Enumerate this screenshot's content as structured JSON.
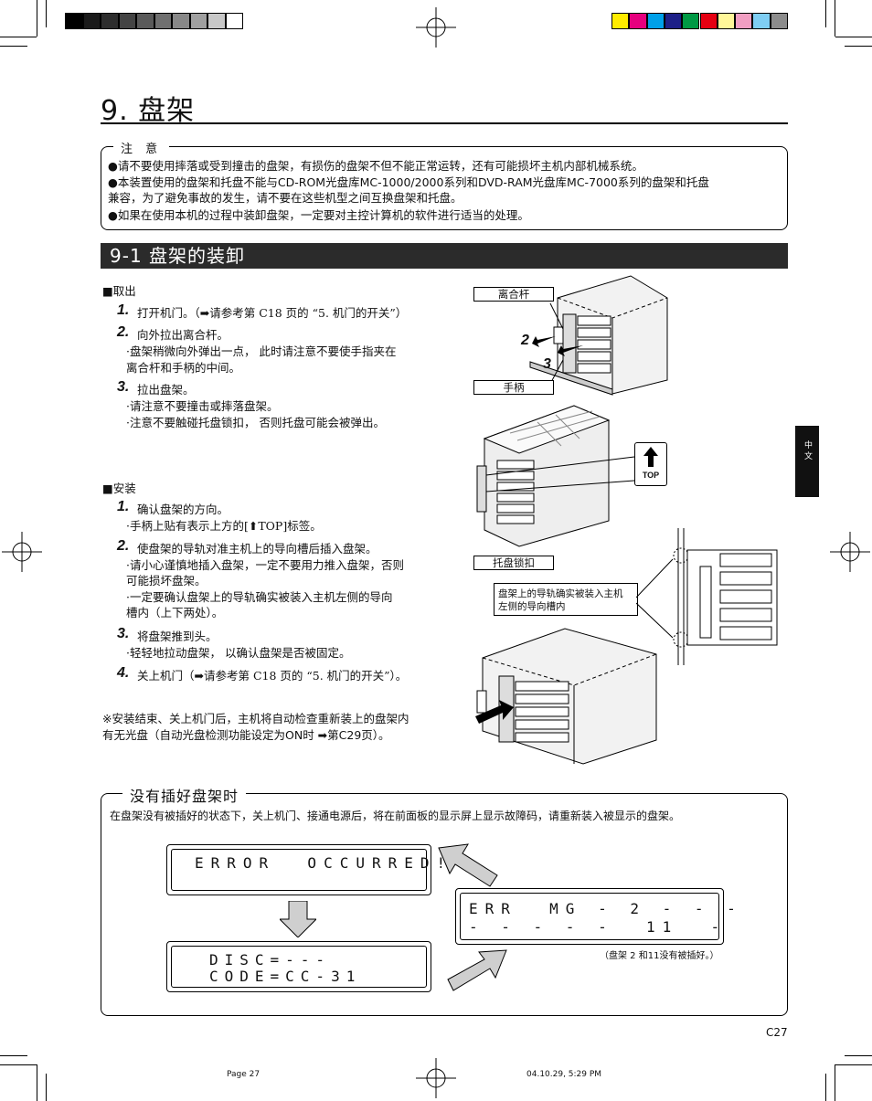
{
  "page": {
    "title": "9. 盘架",
    "page_number": "C27",
    "footer_left": "Page 27",
    "footer_right": "04.10.29, 5:29 PM",
    "side_tab": "中 文"
  },
  "caution": {
    "label": "注 意",
    "items": [
      "●请不要使用摔落或受到撞击的盘架，有损伤的盘架不但不能正常运转，还有可能损坏主机内部机械系统。",
      "●本装置使用的盘架和托盘不能与CD-ROM光盘库MC-1000/2000系列和DVD-RAM光盘库MC-7000系列的盘架和托盘",
      "   兼容，为了避免事故的发生，请不要在这些机型之间互换盘架和托盘。",
      "●如果在使用本机的过程中装卸盘架，一定要对主控计算机的软件进行适当的处理。"
    ]
  },
  "section": {
    "title": "9-1   盘架的装卸"
  },
  "remove": {
    "heading": "■取出",
    "steps": [
      {
        "num": "1.",
        "text": "打开机门。（➡请参考第 C18 页的 “5. 机门的开关”）",
        "notes": []
      },
      {
        "num": "2.",
        "text": "向外拉出离合杆。",
        "notes": [
          "·盘架稍微向外弹出一点， 此时请注意不要使手指夹在",
          "  离合杆和手柄的中间。"
        ]
      },
      {
        "num": "3.",
        "text": "拉出盘架。",
        "notes": [
          "·请注意不要撞击或摔落盘架。",
          "·注意不要触碰托盘锁扣， 否则托盘可能会被弹出。"
        ]
      }
    ]
  },
  "install": {
    "heading": "■安装",
    "steps": [
      {
        "num": "1.",
        "text": "确认盘架的方向。",
        "notes": [
          "·手柄上贴有表示上方的[⬆TOP]标签。"
        ]
      },
      {
        "num": "2.",
        "text": "使盘架的导轨对准主机上的导向槽后插入盘架。",
        "notes": [
          "·请小心谨慎地插入盘架，一定不要用力推入盘架，否则",
          "  可能损坏盘架。",
          "·一定要确认盘架上的导轨确实被装入主机左侧的导向",
          "  槽内（上下两处）。"
        ]
      },
      {
        "num": "3.",
        "text": "将盘架推到头。",
        "notes": [
          "·轻轻地拉动盘架， 以确认盘架是否被固定。"
        ]
      },
      {
        "num": "4.",
        "text": "关上机门（➡请参考第 C18 页的 “5. 机门的开关”）。",
        "notes": []
      }
    ],
    "footnote": [
      "※安装结束、关上机门后，主机将自动检查重新装上的盘架内",
      "   有无光盘（自动光盘检测功能设定为ON时 ➡第C29页）。"
    ]
  },
  "figure_labels": {
    "lever": "离合杆",
    "handle": "手柄",
    "num2": "2",
    "num3": "3",
    "top": "TOP",
    "tray_lock": "托盘锁扣",
    "guide_note": [
      "盘架上的导轨确实被装入主机",
      "左侧的导向槽内"
    ]
  },
  "not_inserted": {
    "label": "没有插好盘架时",
    "description": "在盘架没有被插好的状态下，关上机门、接通电源后，将在前面板的显示屏上显示故障码，请重新装入被显示的盘架。",
    "lcd1": "ERROR  OCCURRED!",
    "lcd2_line1": "DISC=---",
    "lcd2_line2": "CODE=CC-31",
    "lcd3_line1": "ERR  MG - 2 - - -",
    "lcd3_line2": "- - - - -  11  -",
    "lcd3_caption": "（盘架 2 和11没有被插好。）"
  },
  "colors": {
    "gray_swatches": [
      "#000000",
      "#1a1a1a",
      "#2e2e2e",
      "#444444",
      "#5a5a5a",
      "#707070",
      "#888888",
      "#a0a0a0",
      "#c8c8c8",
      "#ffffff"
    ],
    "color_swatches": [
      "#ffec00",
      "#e6007e",
      "#00a0e9",
      "#1d2088",
      "#009944",
      "#e60012",
      "#fff799",
      "#f19ec2",
      "#7fcef4",
      "#8c8c8c"
    ],
    "section_bar": "#2b2b2b"
  }
}
